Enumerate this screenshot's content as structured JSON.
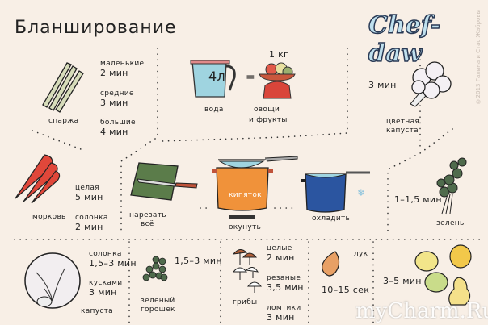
{
  "title": "Бланширование",
  "logo": "Chef-daw",
  "copyright": "©2013 Галина и Стас Жабровы",
  "watermark": "myCharm.Ru",
  "ratio": {
    "water_amount": "4л",
    "equals": "=",
    "weight": "1 кг",
    "water_label": "вода",
    "produce_label_1": "овощи",
    "produce_label_2": "и фрукты"
  },
  "asparagus": {
    "name": "спаржа",
    "small": "маленькие",
    "small_time": "2 мин",
    "medium": "средние",
    "medium_time": "3 мин",
    "large": "большие",
    "large_time": "4 мин"
  },
  "cauliflower": {
    "name_1": "цветная",
    "name_2": "капуста",
    "time": "3 мин"
  },
  "carrot": {
    "name": "морковь",
    "whole": "целая",
    "whole_time": "5 мин",
    "strips": "солонка",
    "strips_time": "2 мин"
  },
  "steps": {
    "cut_1": "нарезать",
    "cut_2": "всё",
    "boiling": "кипяток",
    "dip": "окунуть",
    "cool": "охладить"
  },
  "greens": {
    "name": "зелень",
    "time": "1–1,5 мин"
  },
  "cabbage": {
    "name": "капуста",
    "strips": "солонка",
    "strips_time": "1,5–3 мин",
    "pieces": "кусками",
    "pieces_time": "3 мин"
  },
  "peas": {
    "name_1": "зеленый",
    "name_2": "горошек",
    "time": "1,5–3 мин"
  },
  "mushrooms": {
    "name": "грибы",
    "whole": "целые",
    "whole_time": "2 мин",
    "cut": "резаные",
    "cut_time": "3,5 мин",
    "slices": "ломтики",
    "slices_time": "3 мин"
  },
  "onion": {
    "name": "лук",
    "time": "10–15 сек"
  },
  "fruits": {
    "time": "3–5 мин"
  },
  "colors": {
    "background": "#f8efe6",
    "carrot": "#e0473a",
    "pot_orange": "#f0923a",
    "pot_blue": "#2b55a0",
    "water": "#9fd4e0",
    "greens": "#4f6b4c"
  }
}
